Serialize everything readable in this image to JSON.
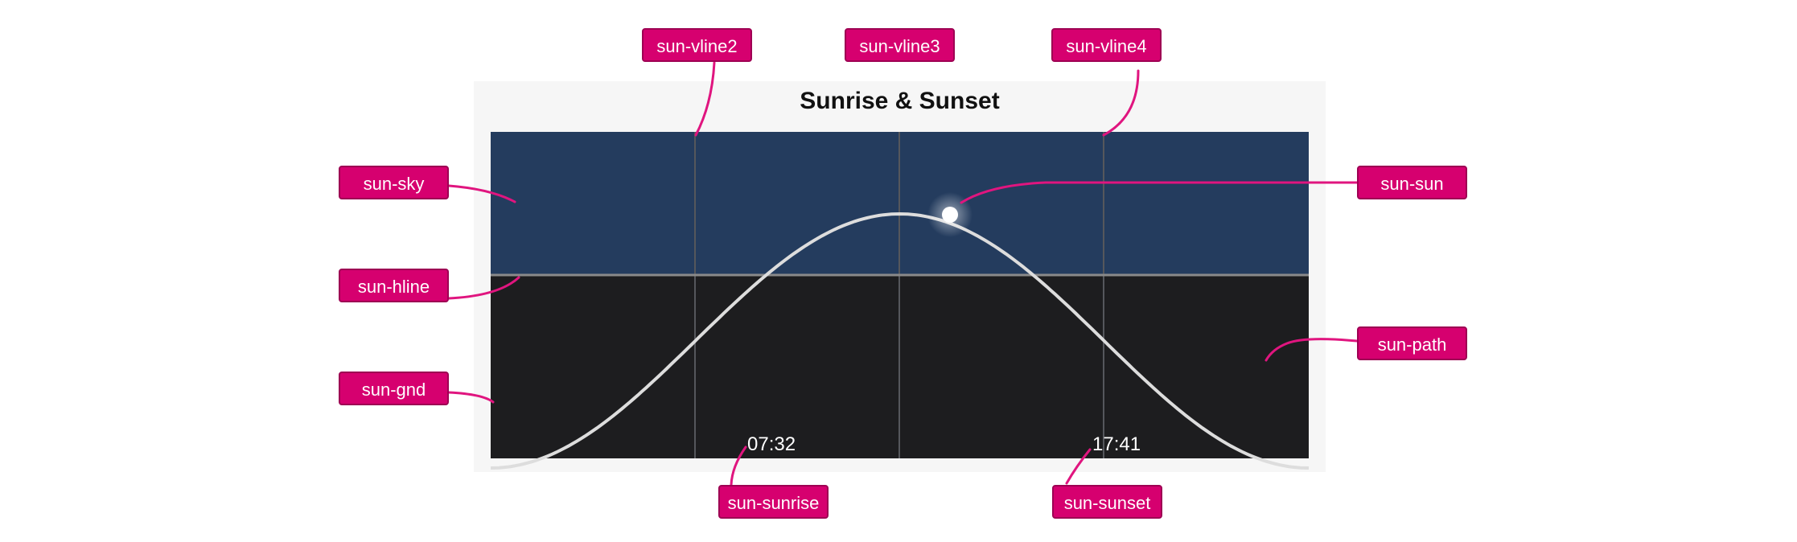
{
  "title": "Sunrise & Sunset",
  "sunrise_time": "07:32",
  "sunset_time": "17:41",
  "colors": {
    "accent": "#d6006f",
    "sky": "#243c5e",
    "ground": "#1d1d1f",
    "horizon": "#8a8a8a",
    "path": "#dddddd",
    "sun": "#ffffff"
  },
  "callouts": {
    "sky": "sun-sky",
    "hline": "sun-hline",
    "gnd": "sun-gnd",
    "vline2": "sun-vline2",
    "vline3": "sun-vline3",
    "vline4": "sun-vline4",
    "sun": "sun-sun",
    "path": "sun-path",
    "sunrise": "sun-sunrise",
    "sunset": "sun-sunset"
  }
}
